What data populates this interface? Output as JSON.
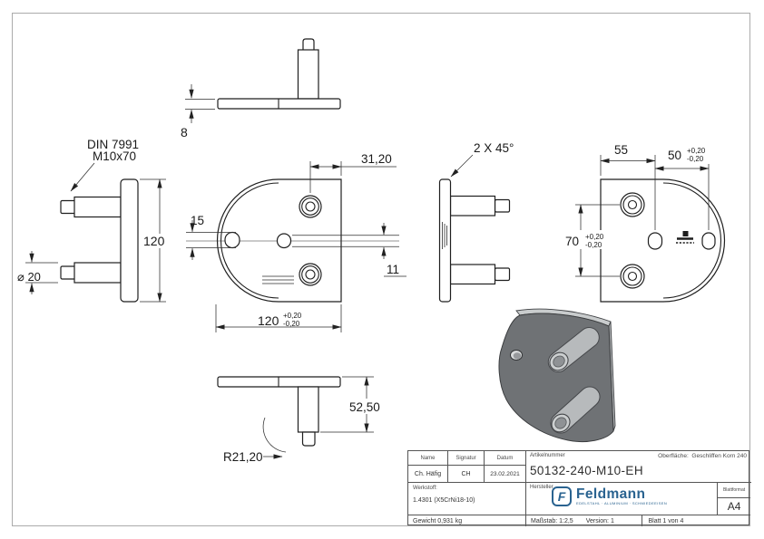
{
  "tol": {
    "plus": "+0,20",
    "minus": "-0,20"
  },
  "views": {
    "top": {
      "thickness": "8"
    },
    "left": {
      "din1": "DIN 7991",
      "din2": "M10x70",
      "height": "120",
      "stud_diameter": "⌀ 20"
    },
    "front": {
      "hole_offset": "31,20",
      "slot_left": "15",
      "slot_center": "11",
      "width": "120"
    },
    "edge": {
      "chamfer": "2 X 45°"
    },
    "back": {
      "edge_to_slot": "55",
      "slot_to_slot": "50",
      "hole_spacing": "70"
    },
    "bottom": {
      "stud_length": "52,50",
      "corner_radius": "R21,20"
    }
  },
  "titleblock": {
    "name_label": "Name",
    "signatur_label": "Signatur",
    "datum_label": "Datum",
    "name": "Ch. Häfig",
    "signatur": "CH",
    "datum": "23.02.2021",
    "artikelnummer_label": "Artikelnummer",
    "artikelnummer": "50132-240-M10-EH",
    "oberflaeche_label": "Oberfläche:",
    "oberflaeche": "Geschliffen Korn 240",
    "werkstoff_label": "Werkstoff:",
    "werkstoff": "1.4301 (X5CrNi18-10)",
    "hersteller_label": "Hersteller",
    "gewicht": "Gewicht 0,931 kg",
    "massstab": "Maßstab: 1:2,5",
    "version": "Version: 1",
    "blatt": "Blatt 1 von 4",
    "blattformat_label": "Blattformat",
    "blattformat": "A4",
    "logo": {
      "mark": "F",
      "name": "Feldmann",
      "tagline": "EDELSTAHL · ALUMINIUM · SCHMIEDEEISEN"
    },
    "accent_color": "#2a6390"
  }
}
